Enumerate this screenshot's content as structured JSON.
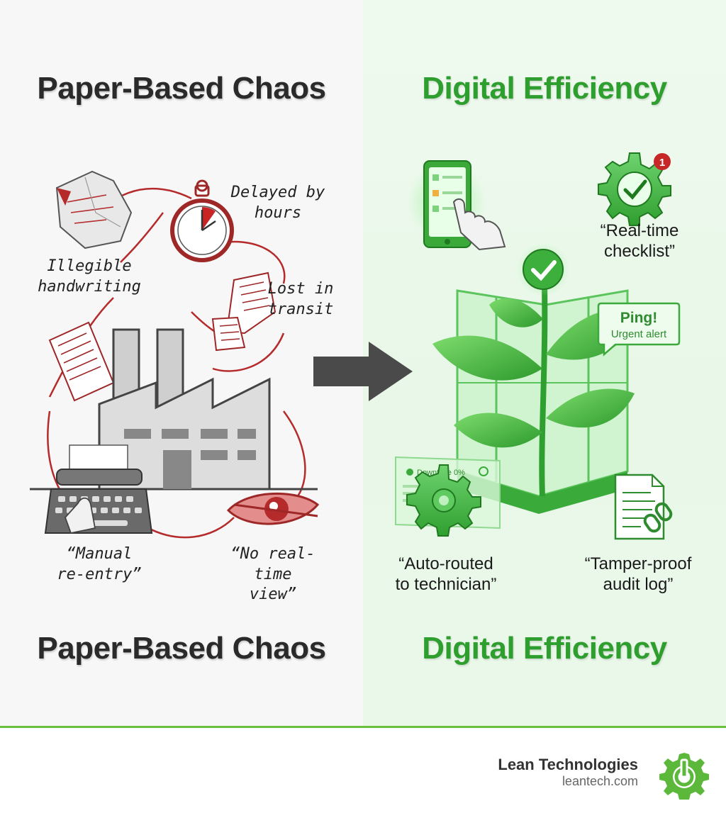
{
  "left_panel": {
    "title_top": "Paper-Based Chaos",
    "title_bottom": "Paper-Based Chaos",
    "labels": {
      "delayed": "Delayed by\nhours",
      "illegible": "Illegible\nhandwriting",
      "lost": "Lost in\ntransit",
      "manual": "“Manual\nre-entry”",
      "no_view": "“No real-time\nview”"
    }
  },
  "right_panel": {
    "title_top": "Digital Efficiency",
    "title_bottom": "Digital Efficiency",
    "labels": {
      "checklist": "“Real-time\nchecklist”",
      "ping_title": "Ping!",
      "ping_sub": "Urgent alert",
      "routed": "“Auto-routed\nto technician”",
      "audit": "“Tamper-proof\naudit log”",
      "dashboard": "Downtime 0%",
      "badge": "1"
    }
  },
  "footer": {
    "brand_name": "Lean Technologies",
    "brand_url": "leantech.com"
  },
  "colors": {
    "chaos_red": "#b52a2a",
    "efficiency_green": "#2e9e2e",
    "accent_line": "#6abf3b",
    "arrow_gray": "#4a4a4a"
  }
}
